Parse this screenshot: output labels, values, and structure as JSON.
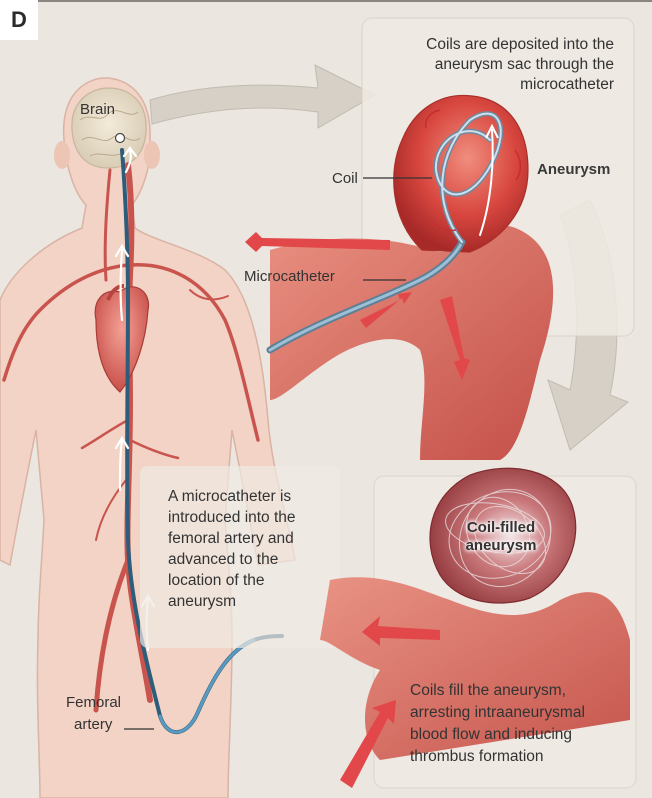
{
  "panel_letter": "D",
  "labels": {
    "brain": "Brain",
    "coil": "Coil",
    "aneurysm": "Aneurysm",
    "microcatheter": "Microcatheter",
    "femoral_artery_line1": "Femoral",
    "femoral_artery_line2": "artery",
    "coil_filled_line1": "Coil-filled",
    "coil_filled_line2": "aneurysm"
  },
  "notes": {
    "top": [
      "Coils are deposited into the",
      "aneurysm sac through the",
      "microcatheter"
    ],
    "middle": [
      "A microcatheter is",
      "introduced into the",
      "femoral artery and",
      "advanced to the",
      "location of the",
      "aneurysm"
    ],
    "bottom": [
      "Coils fill the aneurysm,",
      "arresting intraaneurysmal",
      "blood flow and inducing",
      "thrombus formation"
    ]
  },
  "colors": {
    "background": "#ebe6df",
    "body": "#f0cfc0",
    "vessel": "#c9544e",
    "artery_dark": "#a8302e",
    "catheter": "#4f86a8",
    "arrow_gray": "#cfc9c0",
    "flow_arrow": "#e2474a"
  }
}
